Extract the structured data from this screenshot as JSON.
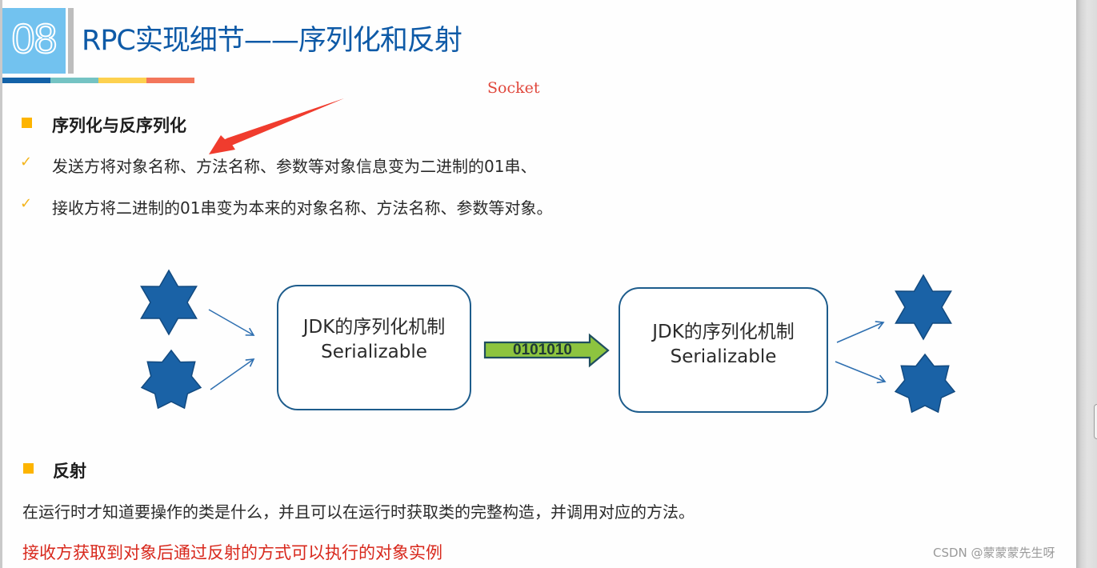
{
  "slide": {
    "number": "08",
    "title": "RPC实现细节——序列化和反射",
    "color_strip": [
      "#1362a8",
      "#74c3c3",
      "#fdd14f",
      "#f3765b"
    ],
    "annotation": {
      "label": "Socket",
      "arrow_color": "#f03c2e"
    },
    "section1": {
      "heading": "序列化与反序列化",
      "items": [
        "发送方将对象名称、方法名称、参数等对象信息变为二进制的01串、",
        "接收方将二进制的01串变为本来的对象名称、方法名称、参数等对象。"
      ]
    },
    "diagram": {
      "left_box": {
        "line1": "JDK的序列化机制",
        "line2": "Serializable"
      },
      "transfer_arrow": {
        "label": "0101010",
        "fill": "#8dc43f",
        "stroke": "#1f4e5f"
      },
      "right_box": {
        "line1": "JDK的序列化机制",
        "line2": "Serializable"
      },
      "star_color": "#1a62a6",
      "star_stroke": "#124a80"
    },
    "section2": {
      "heading": "反射",
      "description": "在运行时才知道要操作的类是什么，并且可以在运行时获取类的完整构造，并调用对应的方法。",
      "note": "接收方获取到对象后通过反射的方式可以执行的对象实例"
    }
  },
  "watermark": "CSDN @蒙蒙蒙先生呀"
}
